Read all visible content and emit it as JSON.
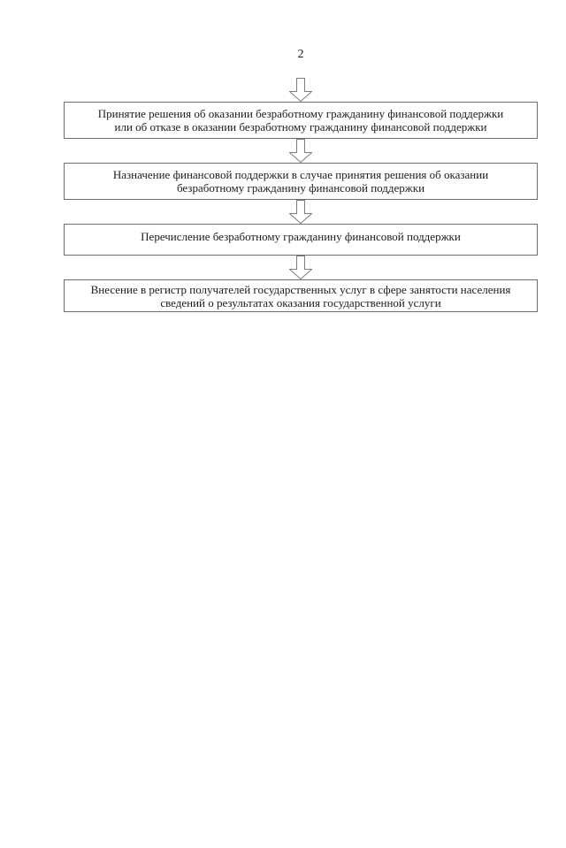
{
  "document": {
    "page_number": "2",
    "flowchart": {
      "boxes": [
        {
          "lines": [
            "Принятие решения об оказании безработному гражданину финансовой поддержки",
            "или об отказе в оказании безработному гражданину финансовой поддержки"
          ]
        },
        {
          "lines": [
            "Назначение финансовой поддержки в случае принятия решения об оказании",
            "безработному гражданину финансовой поддержки"
          ]
        },
        {
          "lines": [
            "Перечисление безработному гражданину финансовой поддержки"
          ]
        },
        {
          "lines": [
            "Внесение в регистр получателей государственных услуг в сфере занятости населения",
            "сведений о результатах оказания государственной услуги"
          ]
        }
      ]
    },
    "colors": {
      "background": "#ffffff",
      "box_border": "#6f6f6f",
      "text": "#1c1c1c",
      "arrow_outline": "#7d7d7d",
      "arrow_fill": "#ffffff"
    }
  }
}
